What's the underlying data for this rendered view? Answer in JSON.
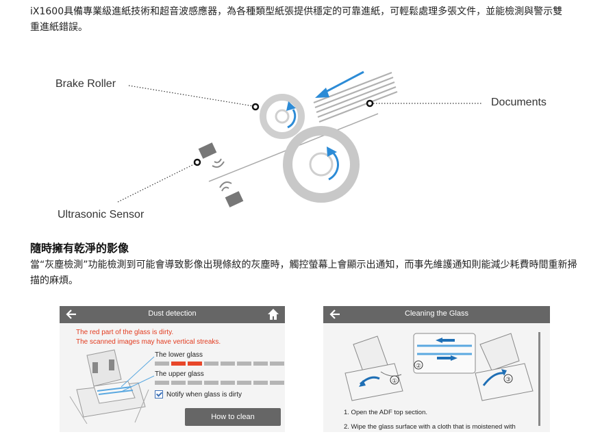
{
  "intro_text": "iX1600具備專業級進紙技術和超音波感應器，為各種類型紙張提供穩定的可靠進紙，可輕鬆處理多張文件，並能檢測與警示雙重進紙錯誤。",
  "diagram": {
    "brake_roller_label": "Brake Roller",
    "documents_label": "Documents",
    "ultrasonic_sensor_label": "Ultrasonic Sensor"
  },
  "section": {
    "title": "隨時擁有乾淨的影像",
    "body": "當“灰塵檢測”功能檢測到可能會導致影像出現條紋的灰塵時，觸控螢幕上會顯示出通知，而事先維護通知則能減少耗費時間重新掃描的麻煩。"
  },
  "screen_dust": {
    "title": "Dust detection",
    "warning_line1": "The red part of the glass is dirty.",
    "warning_line2": "The scanned images may have vertical streaks.",
    "lower_glass_label": "The lower glass",
    "upper_glass_label": "The upper glass",
    "lower_glass_segments": [
      "clean",
      "dirty",
      "dirty",
      "clean",
      "clean",
      "clean",
      "clean",
      "clean"
    ],
    "upper_glass_segments": [
      "clean",
      "clean",
      "clean",
      "clean",
      "clean",
      "clean",
      "clean",
      "clean"
    ],
    "notify_label": "Notify when glass is dirty",
    "notify_checked": true,
    "button_label": "How to clean",
    "colors": {
      "dirty": "#e8472a",
      "clean": "#b5b5b5",
      "warning": "#e23a1e"
    }
  },
  "screen_clean": {
    "title": "Cleaning the Glass",
    "step1": "1. Open the ADF top section.",
    "step2": "2. Wipe the glass surface with a cloth that is moistened with",
    "circle_labels": [
      "①",
      "②",
      "③"
    ]
  }
}
